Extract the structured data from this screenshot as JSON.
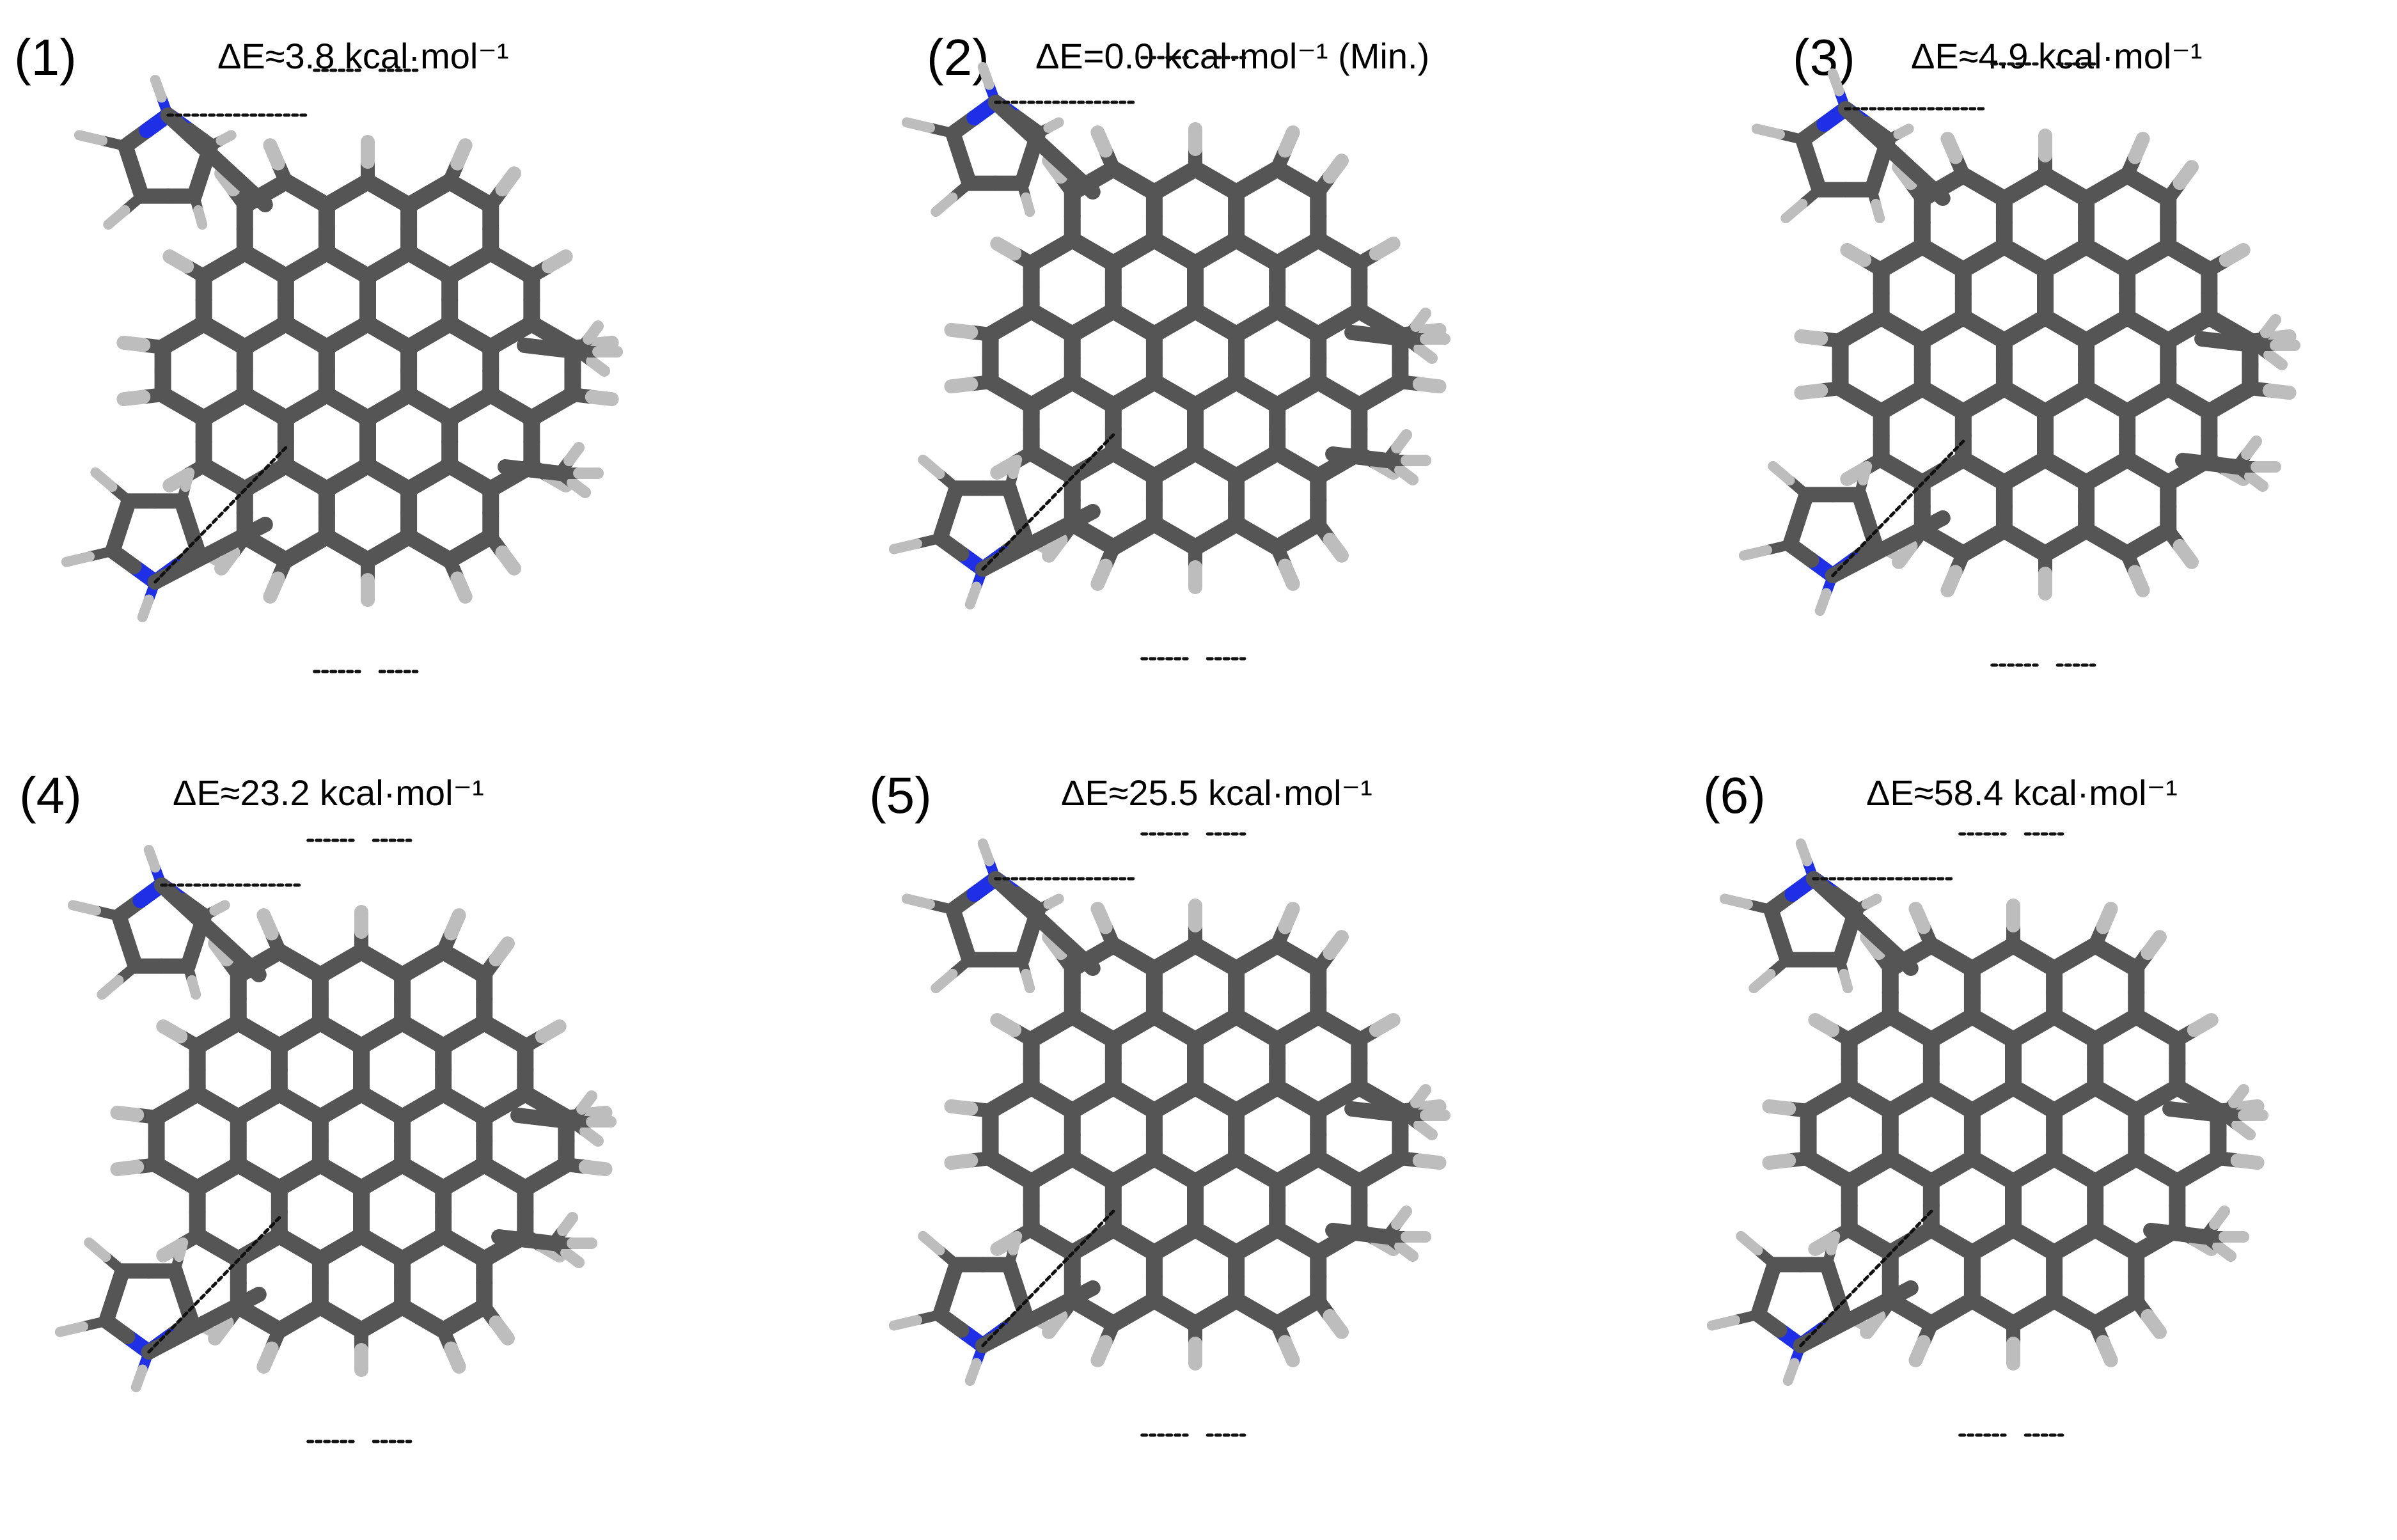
{
  "figure": {
    "panels": [
      {
        "label": "(1)",
        "energy": "ΔE≈3.8 kcal·mol⁻¹"
      },
      {
        "label": "(2)",
        "energy": "ΔE=0.0 kcal·mol⁻¹ (Min.)"
      },
      {
        "label": "(3)",
        "energy": "ΔE≈4.9 kcal·mol⁻¹"
      },
      {
        "label": "(4)",
        "energy": "ΔE≈23.2 kcal·mol⁻¹"
      },
      {
        "label": "(5)",
        "energy": "ΔE≈25.5 kcal·mol⁻¹"
      },
      {
        "label": "(6)",
        "energy": "ΔE≈58.4 kcal·mol⁻¹"
      }
    ],
    "colors": {
      "carbon": "#555555",
      "oxygen": "#e0191f",
      "nitrogen": "#1e2fe6",
      "hydrogen": "#bdbdbd",
      "hbond": "#111111"
    }
  }
}
